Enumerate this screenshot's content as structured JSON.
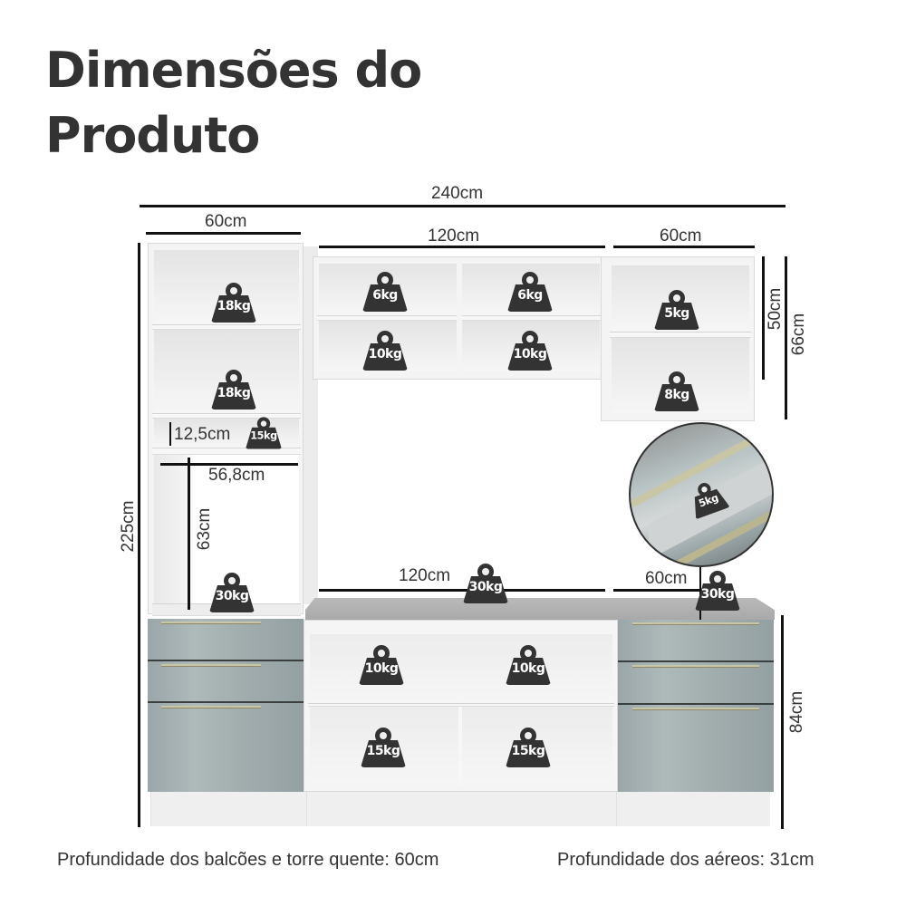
{
  "title": {
    "line1": "Dimensões do",
    "line2": "Produto"
  },
  "dimensions": {
    "total_width": "240cm",
    "tower_width": "60cm",
    "upper_center_width": "120cm",
    "upper_right_width": "60cm",
    "upper_right_inner_height": "50cm",
    "upper_right_height": "66cm",
    "total_height": "225cm",
    "microwave_niche_height": "12,5cm",
    "oven_niche_width": "56,8cm",
    "oven_niche_height": "63cm",
    "counter_center_width": "120cm",
    "counter_right_width": "60cm",
    "base_height": "84cm"
  },
  "weights": {
    "tower_shelf_1": "18kg",
    "tower_shelf_2": "18kg",
    "tower_niche": "15kg",
    "tower_oven": "30kg",
    "upper_center_top_left": "6kg",
    "upper_center_top_right": "6kg",
    "upper_center_bottom_left": "10kg",
    "upper_center_bottom_right": "10kg",
    "upper_right_top": "5kg",
    "upper_right_bottom": "8kg",
    "drawer_detail": "5kg",
    "counter_center": "30kg",
    "counter_right": "30kg",
    "base_top_left": "10kg",
    "base_top_right": "10kg",
    "base_bottom_left": "15kg",
    "base_bottom_right": "15kg"
  },
  "footer": {
    "base_depth": "Profundidade dos balcões e torre quente: 60cm",
    "upper_depth": "Profundidade dos aéreos: 31cm"
  },
  "colors": {
    "text": "#333333",
    "weight_badge": "#333333",
    "drawer_front": "#a3aeaf",
    "countertop": "#b0b0b0",
    "carcass": "#f4f4f4"
  }
}
